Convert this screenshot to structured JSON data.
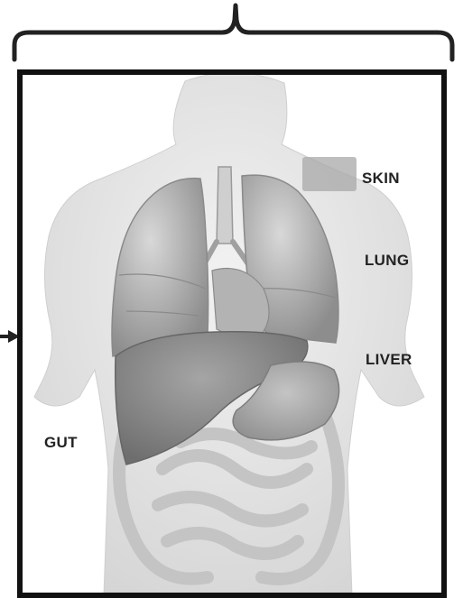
{
  "labels": {
    "skin": "SKIN",
    "lung": "LUNG",
    "liver": "LIVER",
    "gut": "GUT"
  },
  "colors": {
    "frame": "#111111",
    "body": "#e4e4e4",
    "lung": "#a9a9a9",
    "liver": "#8a8a8a",
    "intestine": "#cfcfcf",
    "label": "#222222"
  },
  "icons": [
    "top-brace-icon",
    "left-arrow-icon"
  ]
}
